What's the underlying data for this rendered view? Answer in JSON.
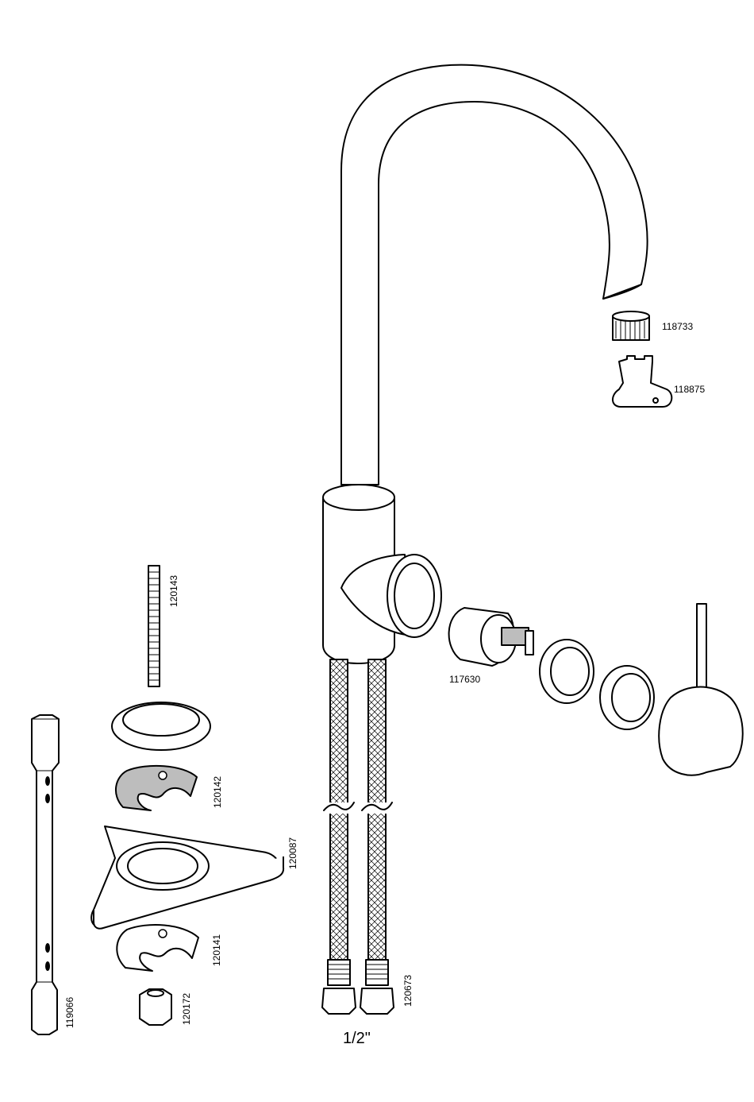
{
  "diagram": {
    "parts": [
      {
        "id": "aerator",
        "number": "118733"
      },
      {
        "id": "aerator-key",
        "number": "118875"
      },
      {
        "id": "cartridge",
        "number": "117630"
      },
      {
        "id": "threaded-rod",
        "number": "120143"
      },
      {
        "id": "horseshoe-washer-top",
        "number": "120142"
      },
      {
        "id": "triangle-plate",
        "number": "120087"
      },
      {
        "id": "horseshoe-washer-bottom",
        "number": "120141"
      },
      {
        "id": "nut",
        "number": "120172"
      },
      {
        "id": "tube-wrench",
        "number": "119066"
      },
      {
        "id": "supply-hoses",
        "number": "120673"
      }
    ],
    "connection_size": "1/2\""
  }
}
